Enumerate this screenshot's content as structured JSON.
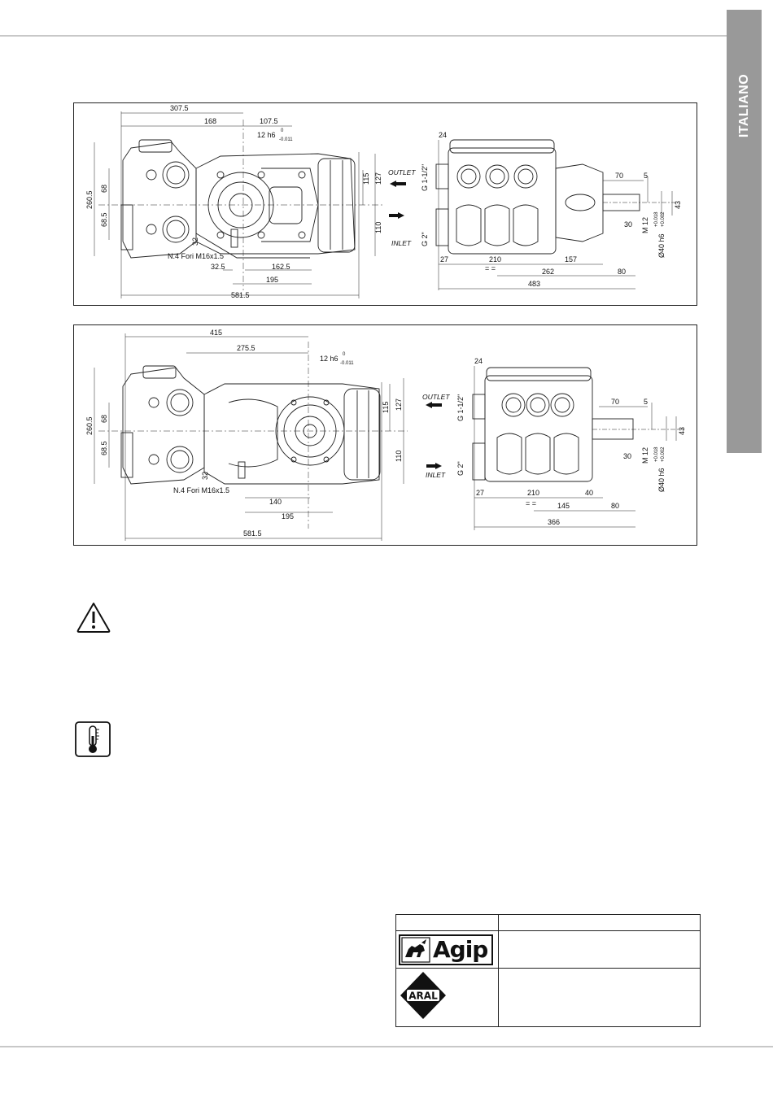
{
  "side_tab": {
    "label": "ITALIANO"
  },
  "figure_1": {
    "dims": [
      "307.5",
      "168",
      "107.5",
      "12 h6",
      "0",
      "-0.011",
      "115",
      "127",
      "110",
      "260.5",
      "68",
      "68.5",
      "32",
      "N.4 Fori M16x1.5",
      "32.5",
      "162.5",
      "195",
      "581.5"
    ],
    "side": [
      "24",
      "G 1-1/2\"",
      "G 2\"",
      "OUTLET",
      "INLET",
      "70",
      "5",
      "43",
      "30",
      "M 12",
      "Ø40 h6",
      "+0.018",
      "+0.002",
      "27",
      "210",
      "157",
      "= =",
      "262",
      "80",
      "483"
    ]
  },
  "figure_2": {
    "dims": [
      "415",
      "275.5",
      "12 h6",
      "0",
      "-0.011",
      "127",
      "115",
      "110",
      "260.5",
      "68",
      "68.5",
      "32",
      "N.4 Fori M16x1.5",
      "140",
      "195",
      "581.5"
    ],
    "side": [
      "24",
      "G 1-1/2\"",
      "G 2\"",
      "OUTLET",
      "INLET",
      "70",
      "5",
      "43",
      "30",
      "M 12",
      "Ø40 h6",
      "+0.018",
      "+0.002",
      "27",
      "210",
      "40",
      "= =",
      "145",
      "80",
      "366"
    ]
  },
  "lubricants_table": {
    "header": [
      "",
      ""
    ],
    "rows": [
      {
        "brand": "Agip",
        "product": ""
      },
      {
        "brand": "ARAL",
        "product": ""
      }
    ]
  },
  "icons": [
    "warning-icon",
    "thermometer-icon",
    "agip-logo-icon",
    "aral-logo-icon"
  ]
}
